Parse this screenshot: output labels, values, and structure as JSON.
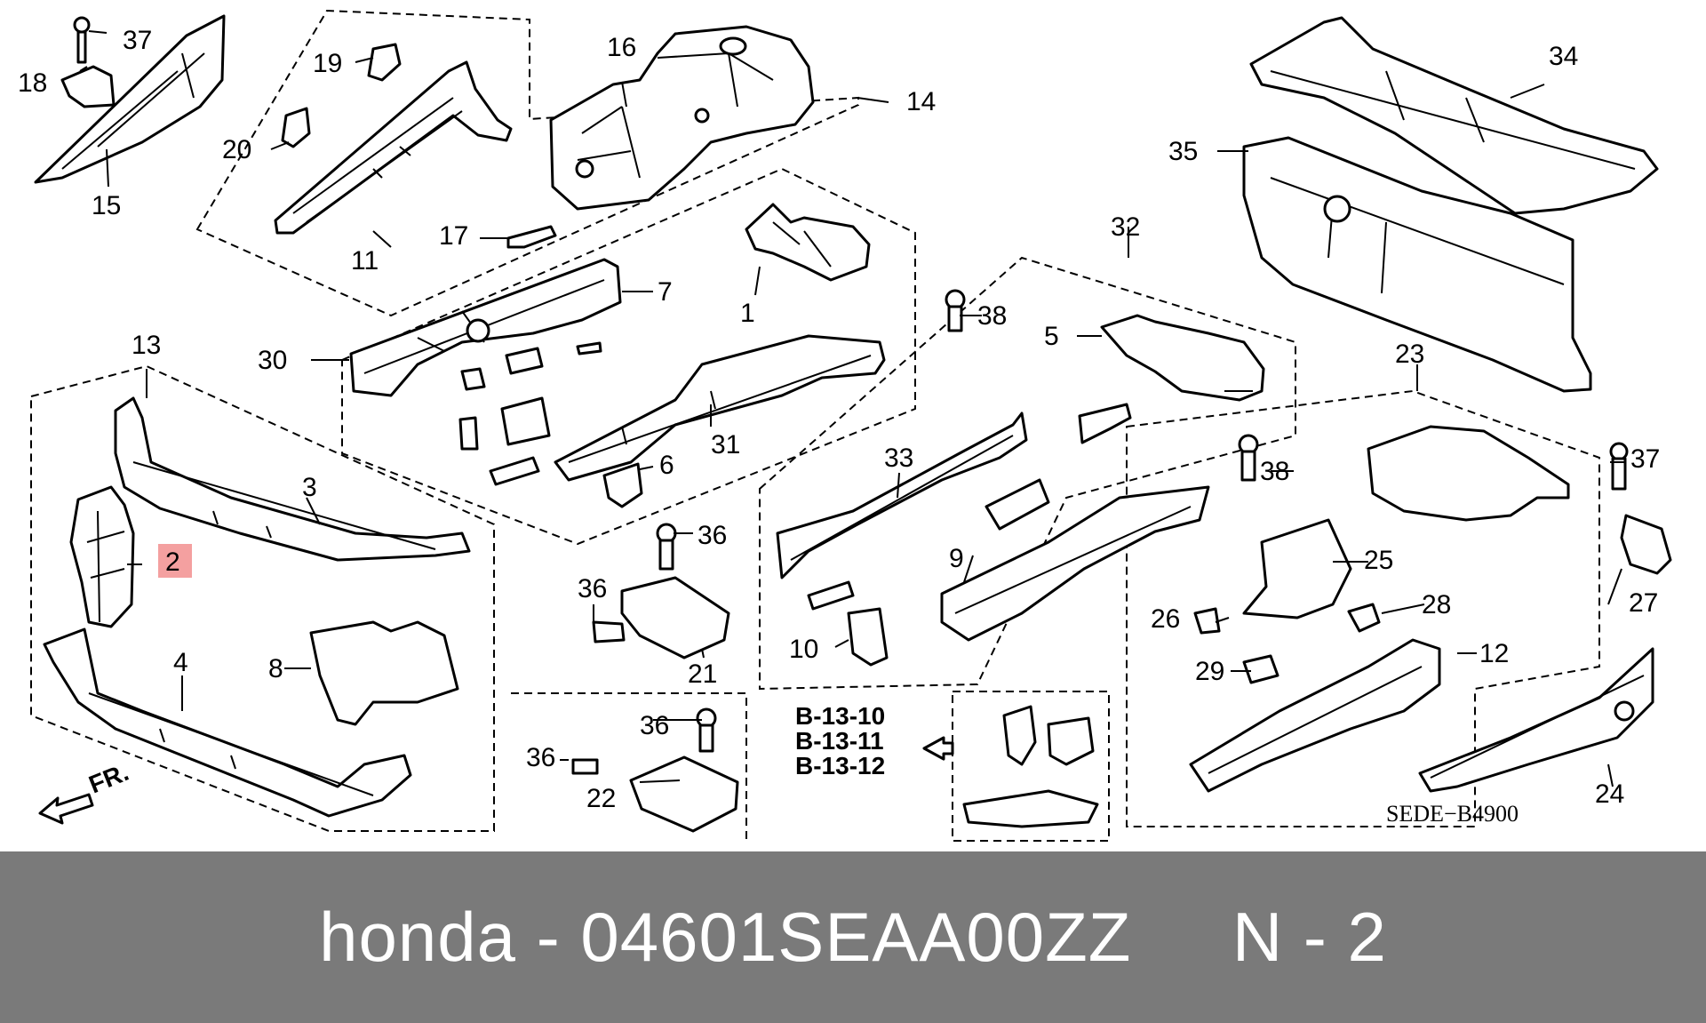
{
  "diagram": {
    "callouts": [
      "1",
      "2",
      "3",
      "4",
      "5",
      "6",
      "7",
      "8",
      "9",
      "10",
      "11",
      "12",
      "13",
      "14",
      "15",
      "16",
      "17",
      "18",
      "19",
      "20",
      "21",
      "22",
      "23",
      "24",
      "25",
      "26",
      "27",
      "28",
      "29",
      "30",
      "31",
      "32",
      "33",
      "34",
      "35",
      "36",
      "36",
      "36",
      "36",
      "37",
      "37",
      "38",
      "38"
    ],
    "highlighted_callout": "2",
    "refs": [
      "B-13-10",
      "B-13-11",
      "B-13-12"
    ],
    "direction_label": "FR.",
    "diagram_code": "SEDE−B4900"
  },
  "footer": {
    "brand": "honda",
    "separator": "-",
    "part_number": "04601SEAA00ZZ",
    "position_label": "N - 2"
  },
  "colors": {
    "footer_bg": "#7a7a7a",
    "footer_text": "#ffffff",
    "highlight": "#f4a0a0"
  }
}
